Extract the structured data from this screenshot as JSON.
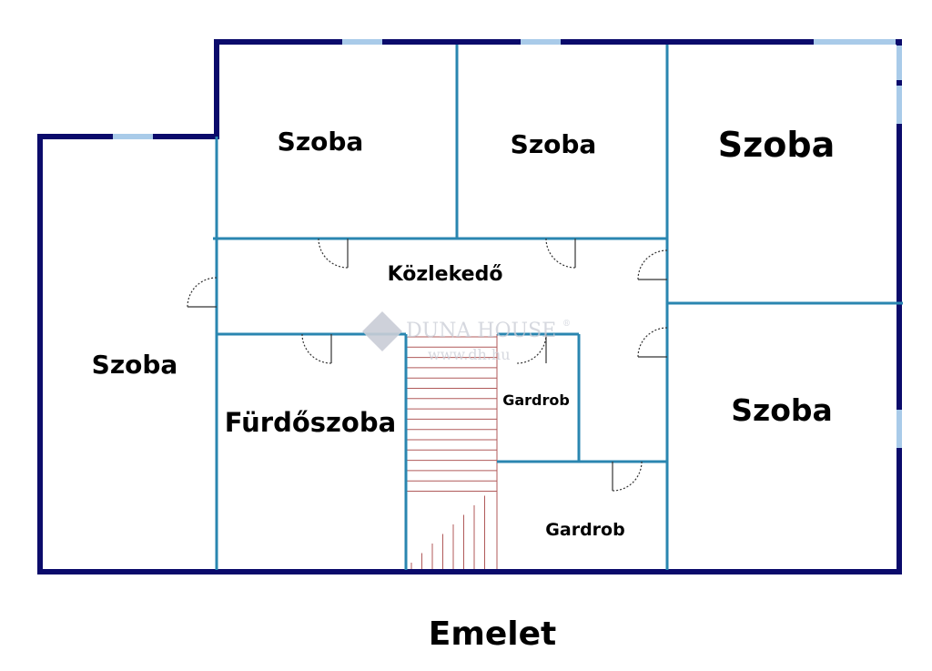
{
  "plan": {
    "floor_title": "Emelet",
    "rooms": [
      {
        "name": "Szoba"
      },
      {
        "name": "Szoba"
      },
      {
        "name": "Szoba"
      },
      {
        "name": "Szoba"
      },
      {
        "name": "Szoba"
      },
      {
        "name": "Közlekedő"
      },
      {
        "name": "Fürdőszoba"
      },
      {
        "name": "Gardrob"
      },
      {
        "name": "Gardrob"
      }
    ]
  },
  "watermark": {
    "brand": "DUNA HOUSE",
    "registered": "®",
    "url": "www.dh.hu"
  },
  "colors": {
    "outer_wall": "#0b0b6b",
    "inner_wall": "#2a86b0",
    "window": "#a9cbe9",
    "stairs": "#b05a5a"
  }
}
